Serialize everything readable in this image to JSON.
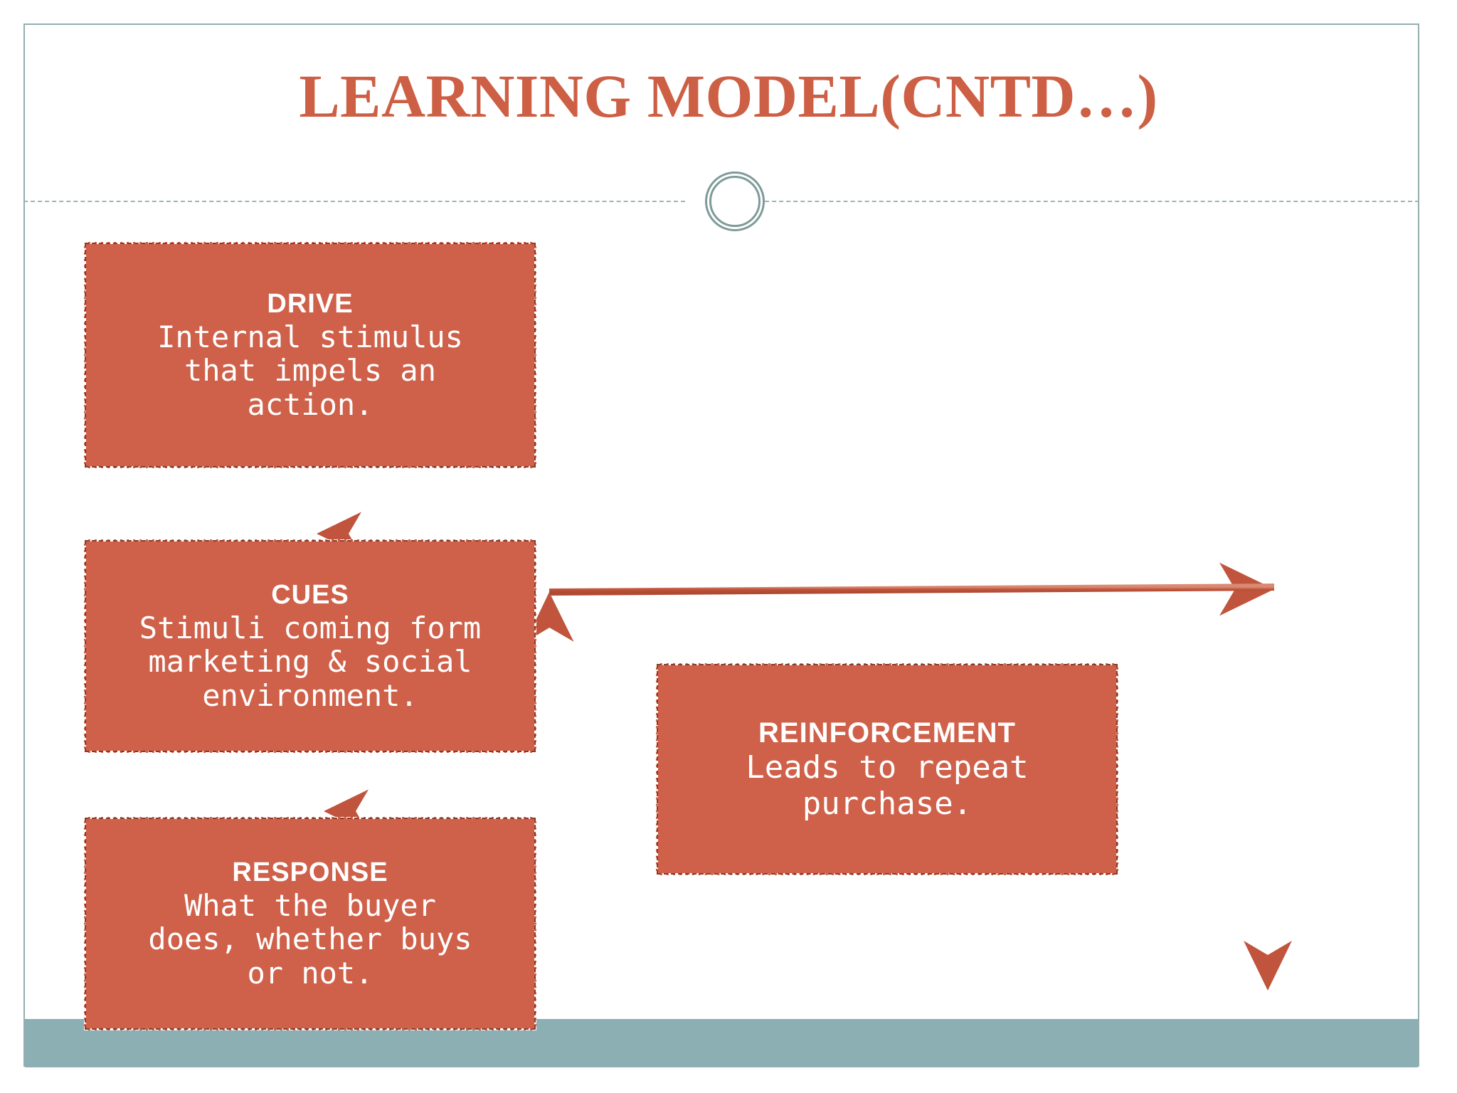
{
  "slide": {
    "title": "LEARNING MODEL(CNTD…)",
    "accent_color": "#cf6049",
    "title_color": "#cd5f45",
    "frame_color": "#93aeae",
    "footer_color": "#8cafb3",
    "box_text_color": "#ffffff",
    "ornament": {
      "name": "double-ring-ornament",
      "color": "#7e9b99"
    }
  },
  "diagram": {
    "type": "flowchart",
    "boxes": [
      {
        "id": "drive",
        "heading": "DRIVE",
        "body": "Internal stimulus\nthat impels an\naction."
      },
      {
        "id": "cues",
        "heading": "CUES",
        "body": "Stimuli coming form\nmarketing & social\nenvironment."
      },
      {
        "id": "response",
        "heading": "RESPONSE",
        "body": "What the buyer\ndoes, whether buys\nor not."
      },
      {
        "id": "reinforcement",
        "heading": "REINFORCEMENT",
        "body": "Leads to repeat\npurchase."
      }
    ],
    "connectors": [
      {
        "id": "drive-to-cues",
        "from": "drive",
        "to": "cues",
        "direction": "down"
      },
      {
        "id": "cues-to-response",
        "from": "cues",
        "to": "response",
        "direction": "down"
      },
      {
        "id": "response-to-right",
        "from": "response",
        "to": "loop-right",
        "direction": "right"
      },
      {
        "id": "right-riser",
        "from": "loop-bottom",
        "to": "loop-top",
        "direction": "up"
      },
      {
        "id": "loop-back-to-cues",
        "from": "loop-top",
        "to": "cues",
        "direction": "left"
      }
    ]
  }
}
